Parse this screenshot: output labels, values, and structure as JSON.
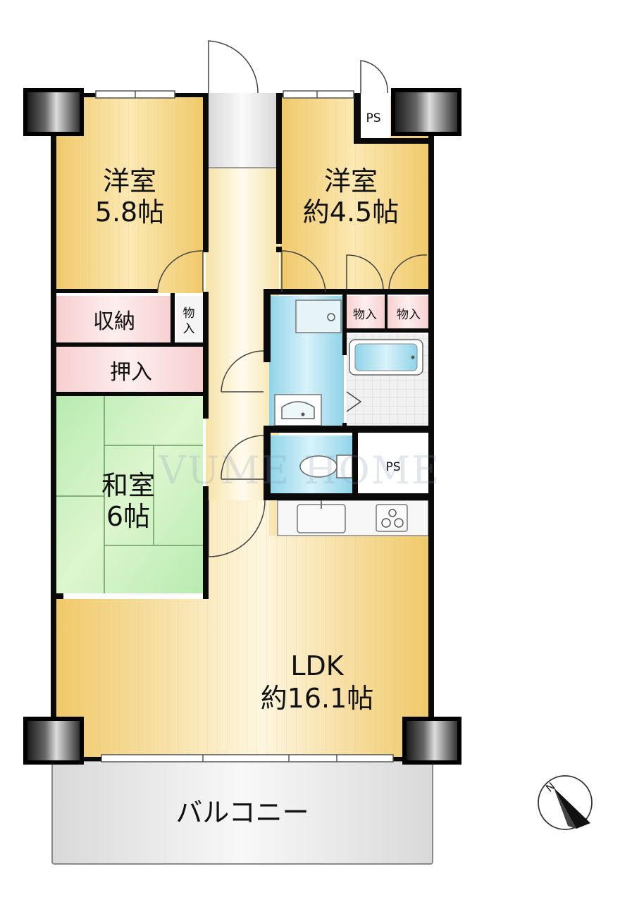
{
  "rooms": {
    "western_a": {
      "name": "洋室",
      "size": "5.8帖"
    },
    "western_b": {
      "name": "洋室",
      "size": "約4.5帖"
    },
    "japanese": {
      "name": "和室",
      "size": "6帖"
    },
    "ldk": {
      "name": "LDK",
      "size": "約16.1帖"
    },
    "storage": "収納",
    "closet": "押入",
    "hall_storage": {
      "top": "物",
      "bottom": "入"
    },
    "small_storage_1": "物入",
    "small_storage_2": "物入",
    "ps_top": "PS",
    "ps_mid": "PS",
    "balcony": "バルコニー"
  },
  "compass": {
    "label": "N"
  },
  "watermark": "VUME HOME",
  "colors": {
    "wood": "#f3d27a",
    "wood_light": "#fbf0cc",
    "hall": "#fcf6dc",
    "tatami": "#c9f1b3",
    "storage_pink": "#f9d9da",
    "wet": "#a9dfee",
    "tile": "#e9e9e9",
    "balcony": "#e6e6e6",
    "wall": "#0a0a0a"
  }
}
